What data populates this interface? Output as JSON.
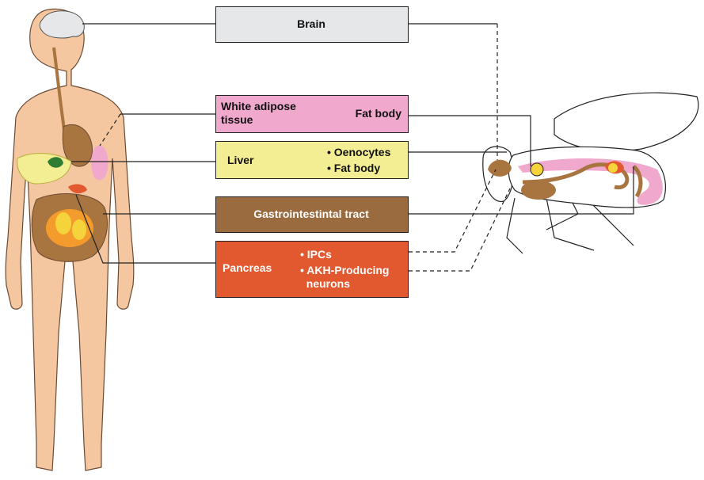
{
  "colors": {
    "brain_box": "#e6e7e8",
    "adipose_box": "#f0a8cc",
    "liver_box": "#f3ee93",
    "gi_box": "#9a6b3f",
    "pancreas_box": "#e2582f",
    "human_skin": "#f4c7a1",
    "line": "#222222"
  },
  "icons": [
    "human-body-figure",
    "fruit-fly-illustration"
  ],
  "boxes": {
    "brain": {
      "label": "Brain"
    },
    "adipose": {
      "left_label": "White adipose\ntissue",
      "right_label": "Fat body"
    },
    "liver": {
      "left_label": "Liver",
      "items": [
        "• Oenocytes",
        "• Fat body"
      ]
    },
    "gi": {
      "label": "Gastrointestintal tract"
    },
    "pancreas": {
      "left_label": "Pancreas",
      "items": [
        "• IPCs",
        "• AKH-Producing\n  neurons"
      ]
    }
  }
}
